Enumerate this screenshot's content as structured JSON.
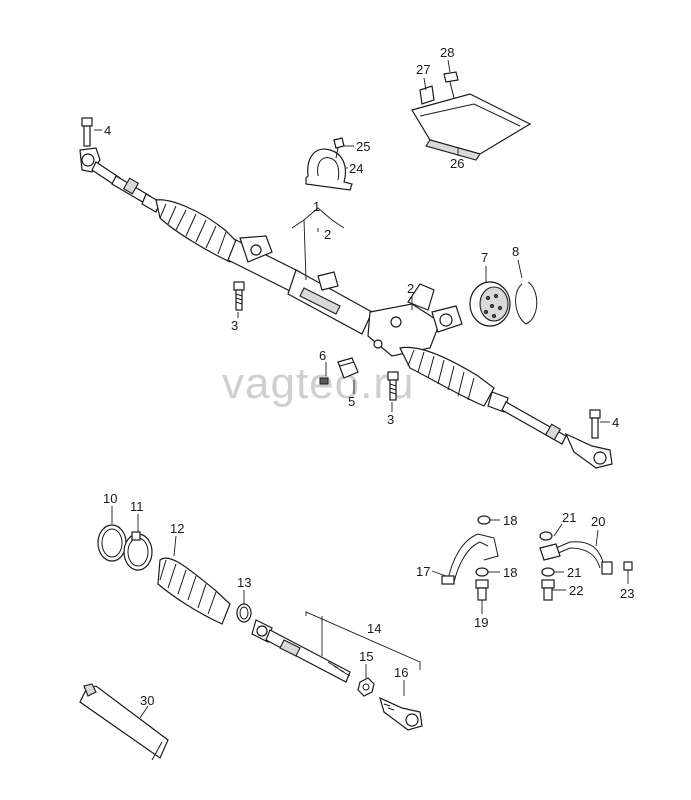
{
  "watermark": "vagteo.ru",
  "callouts": {
    "p1": "1",
    "p2a": "2",
    "p2b": "2",
    "p3a": "3",
    "p3b": "3",
    "p4a": "4",
    "p4b": "4",
    "p5": "5",
    "p6": "6",
    "p7": "7",
    "p8": "8",
    "p10": "10",
    "p11": "11",
    "p12": "12",
    "p13": "13",
    "p14": "14",
    "p15": "15",
    "p16": "16",
    "p17": "17",
    "p18a": "18",
    "p18b": "18",
    "p19": "19",
    "p20": "20",
    "p21a": "21",
    "p21b": "21",
    "p22": "22",
    "p23": "23",
    "p24": "24",
    "p25": "25",
    "p26": "26",
    "p27": "27",
    "p28": "28",
    "p30": "30"
  }
}
